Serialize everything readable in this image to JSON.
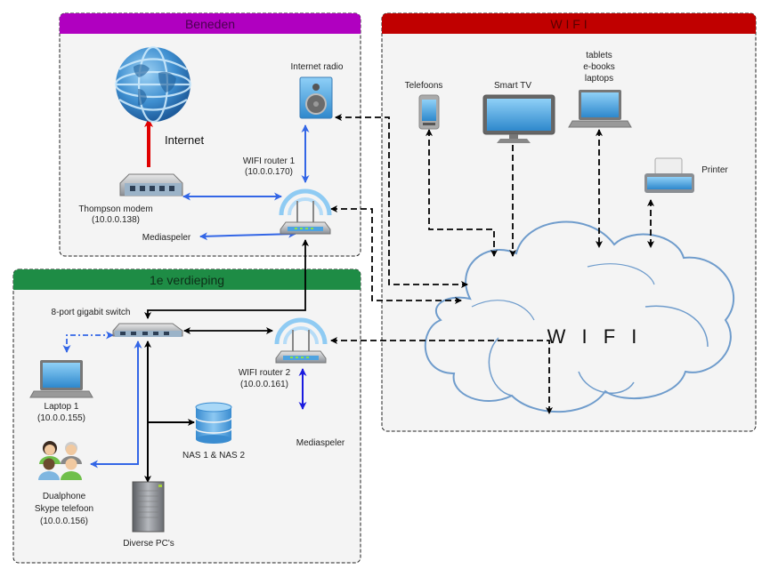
{
  "zones": {
    "beneden": {
      "title": "Beneden",
      "color": "#B000C0",
      "title_color": "#4a004f"
    },
    "wifi": {
      "title": "W I F I",
      "color": "#C00000",
      "title_color": "#5a0000"
    },
    "verdieping": {
      "title": "1e verdieping",
      "color": "#1E8C45",
      "title_color": "#0d2e18"
    }
  },
  "nodes": {
    "internet": {
      "label": "Internet",
      "icon": "globe-icon"
    },
    "internet_radio": {
      "label": "Internet radio",
      "icon": "speaker-icon"
    },
    "modem": {
      "label": "Thompson modem",
      "ip": "(10.0.0.138)",
      "icon": "modem-icon"
    },
    "router1": {
      "label": "WIFI router 1",
      "ip": "(10.0.0.170)",
      "icon": "wifi-router-icon"
    },
    "mediaspeler1": {
      "label": "Mediaspeler"
    },
    "telefoons": {
      "label": "Telefoons",
      "icon": "smartphone-icon"
    },
    "smart_tv": {
      "label": "Smart TV",
      "icon": "tv-icon"
    },
    "mobile": {
      "lines": [
        "tablets",
        "e-books",
        "laptops"
      ],
      "icon": "laptop-icon"
    },
    "printer": {
      "label": "Printer",
      "icon": "printer-icon"
    },
    "cloud": {
      "label": "W I F I",
      "icon": "cloud-icon"
    },
    "switch": {
      "label": "8-port gigabit switch",
      "icon": "switch-icon"
    },
    "router2": {
      "label": "WIFI router 2",
      "ip": "(10.0.0.161)",
      "icon": "wifi-router-icon"
    },
    "laptop1": {
      "label": "Laptop 1",
      "ip": "(10.0.0.155)",
      "icon": "laptop-icon"
    },
    "nas": {
      "label": "NAS 1 & NAS 2",
      "icon": "database-icon"
    },
    "mediaspeler2": {
      "label": "Mediaspeler"
    },
    "dualphone": {
      "lines": [
        "Dualphone",
        "Skype telefoon",
        "(10.0.0.156)"
      ],
      "icon": "users-icon"
    },
    "pcs": {
      "label": "Diverse PC's",
      "icon": "server-tower-icon"
    }
  },
  "colors": {
    "wired_blue": "#3366E6",
    "wired_black": "#000000",
    "internet_red": "#E00000",
    "dark_blue": "#1a1adf",
    "zone_bg": "#F4F4F4"
  }
}
